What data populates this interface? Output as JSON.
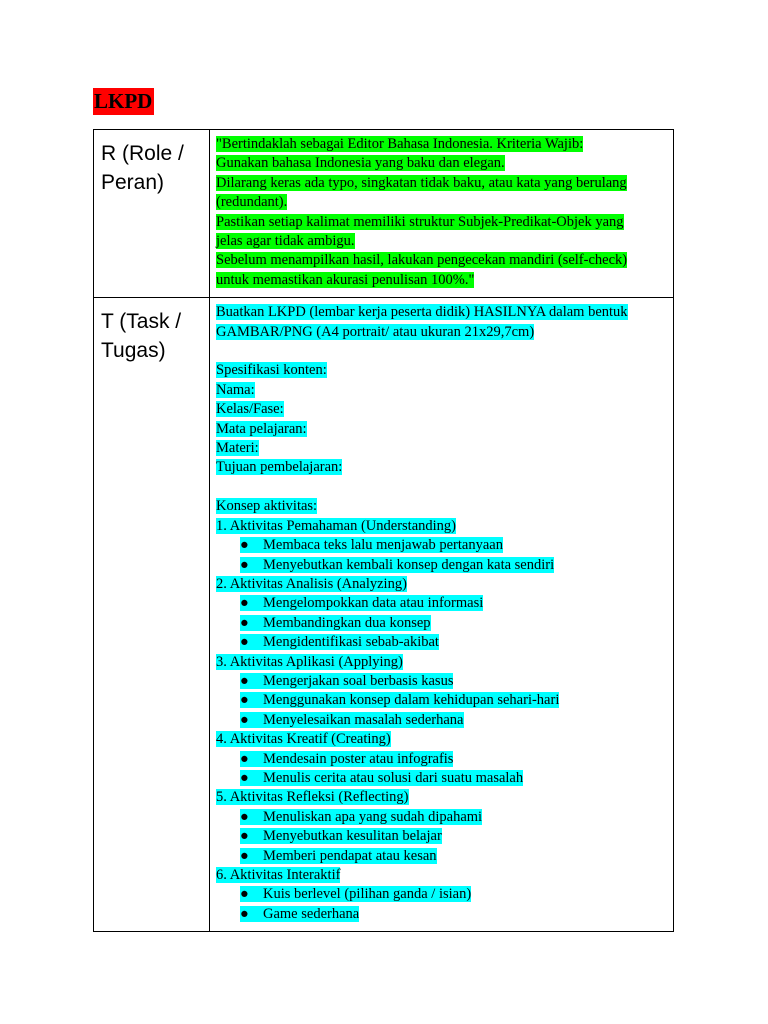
{
  "colors": {
    "title_highlight": "#ff0000",
    "role_highlight": "#00ff00",
    "task_highlight": "#00ffff",
    "border": "#000000"
  },
  "title": "LKPD",
  "rows": {
    "role": {
      "label_line1": "R (Role /",
      "label_line2": "Peran)",
      "lines": [
        "\"Bertindaklah sebagai Editor Bahasa Indonesia. Kriteria Wajib:",
        "Gunakan bahasa Indonesia yang baku dan elegan.",
        "Dilarang keras ada typo, singkatan tidak baku, atau kata yang berulang",
        "(redundant).",
        "Pastikan setiap kalimat memiliki struktur Subjek-Predikat-Objek yang",
        "jelas agar tidak ambigu.",
        "Sebelum menampilkan hasil, lakukan pengecekan mandiri (self-check)",
        "untuk memastikan akurasi penulisan 100%.\""
      ]
    },
    "task": {
      "label_line1": "T (Task /",
      "label_line2": "Tugas)",
      "intro_line1": "Buatkan LKPD (lembar kerja peserta didik) HASILNYA dalam bentuk",
      "intro_line2": "GAMBAR/PNG (A4 portrait/ atau ukuran 21x29,7cm)",
      "spec_heading": "Spesifikasi konten:",
      "spec_items": [
        "Nama:",
        "Kelas/Fase:",
        "Mata pelajaran:",
        "Materi:",
        "Tujuan pembelajaran:"
      ],
      "concept_heading": "Konsep aktivitas:",
      "bullet_glyph": "●",
      "activities": [
        {
          "title": "1. Aktivitas Pemahaman (Understanding)",
          "bullets": [
            "Membaca teks lalu menjawab pertanyaan",
            "Menyebutkan kembali konsep dengan kata sendiri"
          ]
        },
        {
          "title": "2. Aktivitas Analisis (Analyzing)",
          "bullets": [
            "Mengelompokkan data atau informasi",
            "Membandingkan dua konsep",
            "Mengidentifikasi sebab-akibat"
          ]
        },
        {
          "title": "3. Aktivitas Aplikasi (Applying)",
          "bullets": [
            "Mengerjakan soal berbasis kasus",
            "Menggunakan konsep dalam kehidupan sehari-hari",
            "Menyelesaikan masalah sederhana"
          ]
        },
        {
          "title": "4. Aktivitas Kreatif (Creating)",
          "bullets": [
            "Mendesain poster atau infografis",
            "Menulis cerita atau solusi dari suatu masalah"
          ]
        },
        {
          "title": "5. Aktivitas Refleksi (Reflecting)",
          "bullets": [
            "Menuliskan apa yang sudah dipahami",
            "Menyebutkan kesulitan belajar",
            "Memberi pendapat atau kesan"
          ]
        },
        {
          "title": "6. Aktivitas Interaktif",
          "bullets": [
            "Kuis berlevel (pilihan ganda / isian)",
            "Game sederhana"
          ]
        }
      ]
    }
  }
}
